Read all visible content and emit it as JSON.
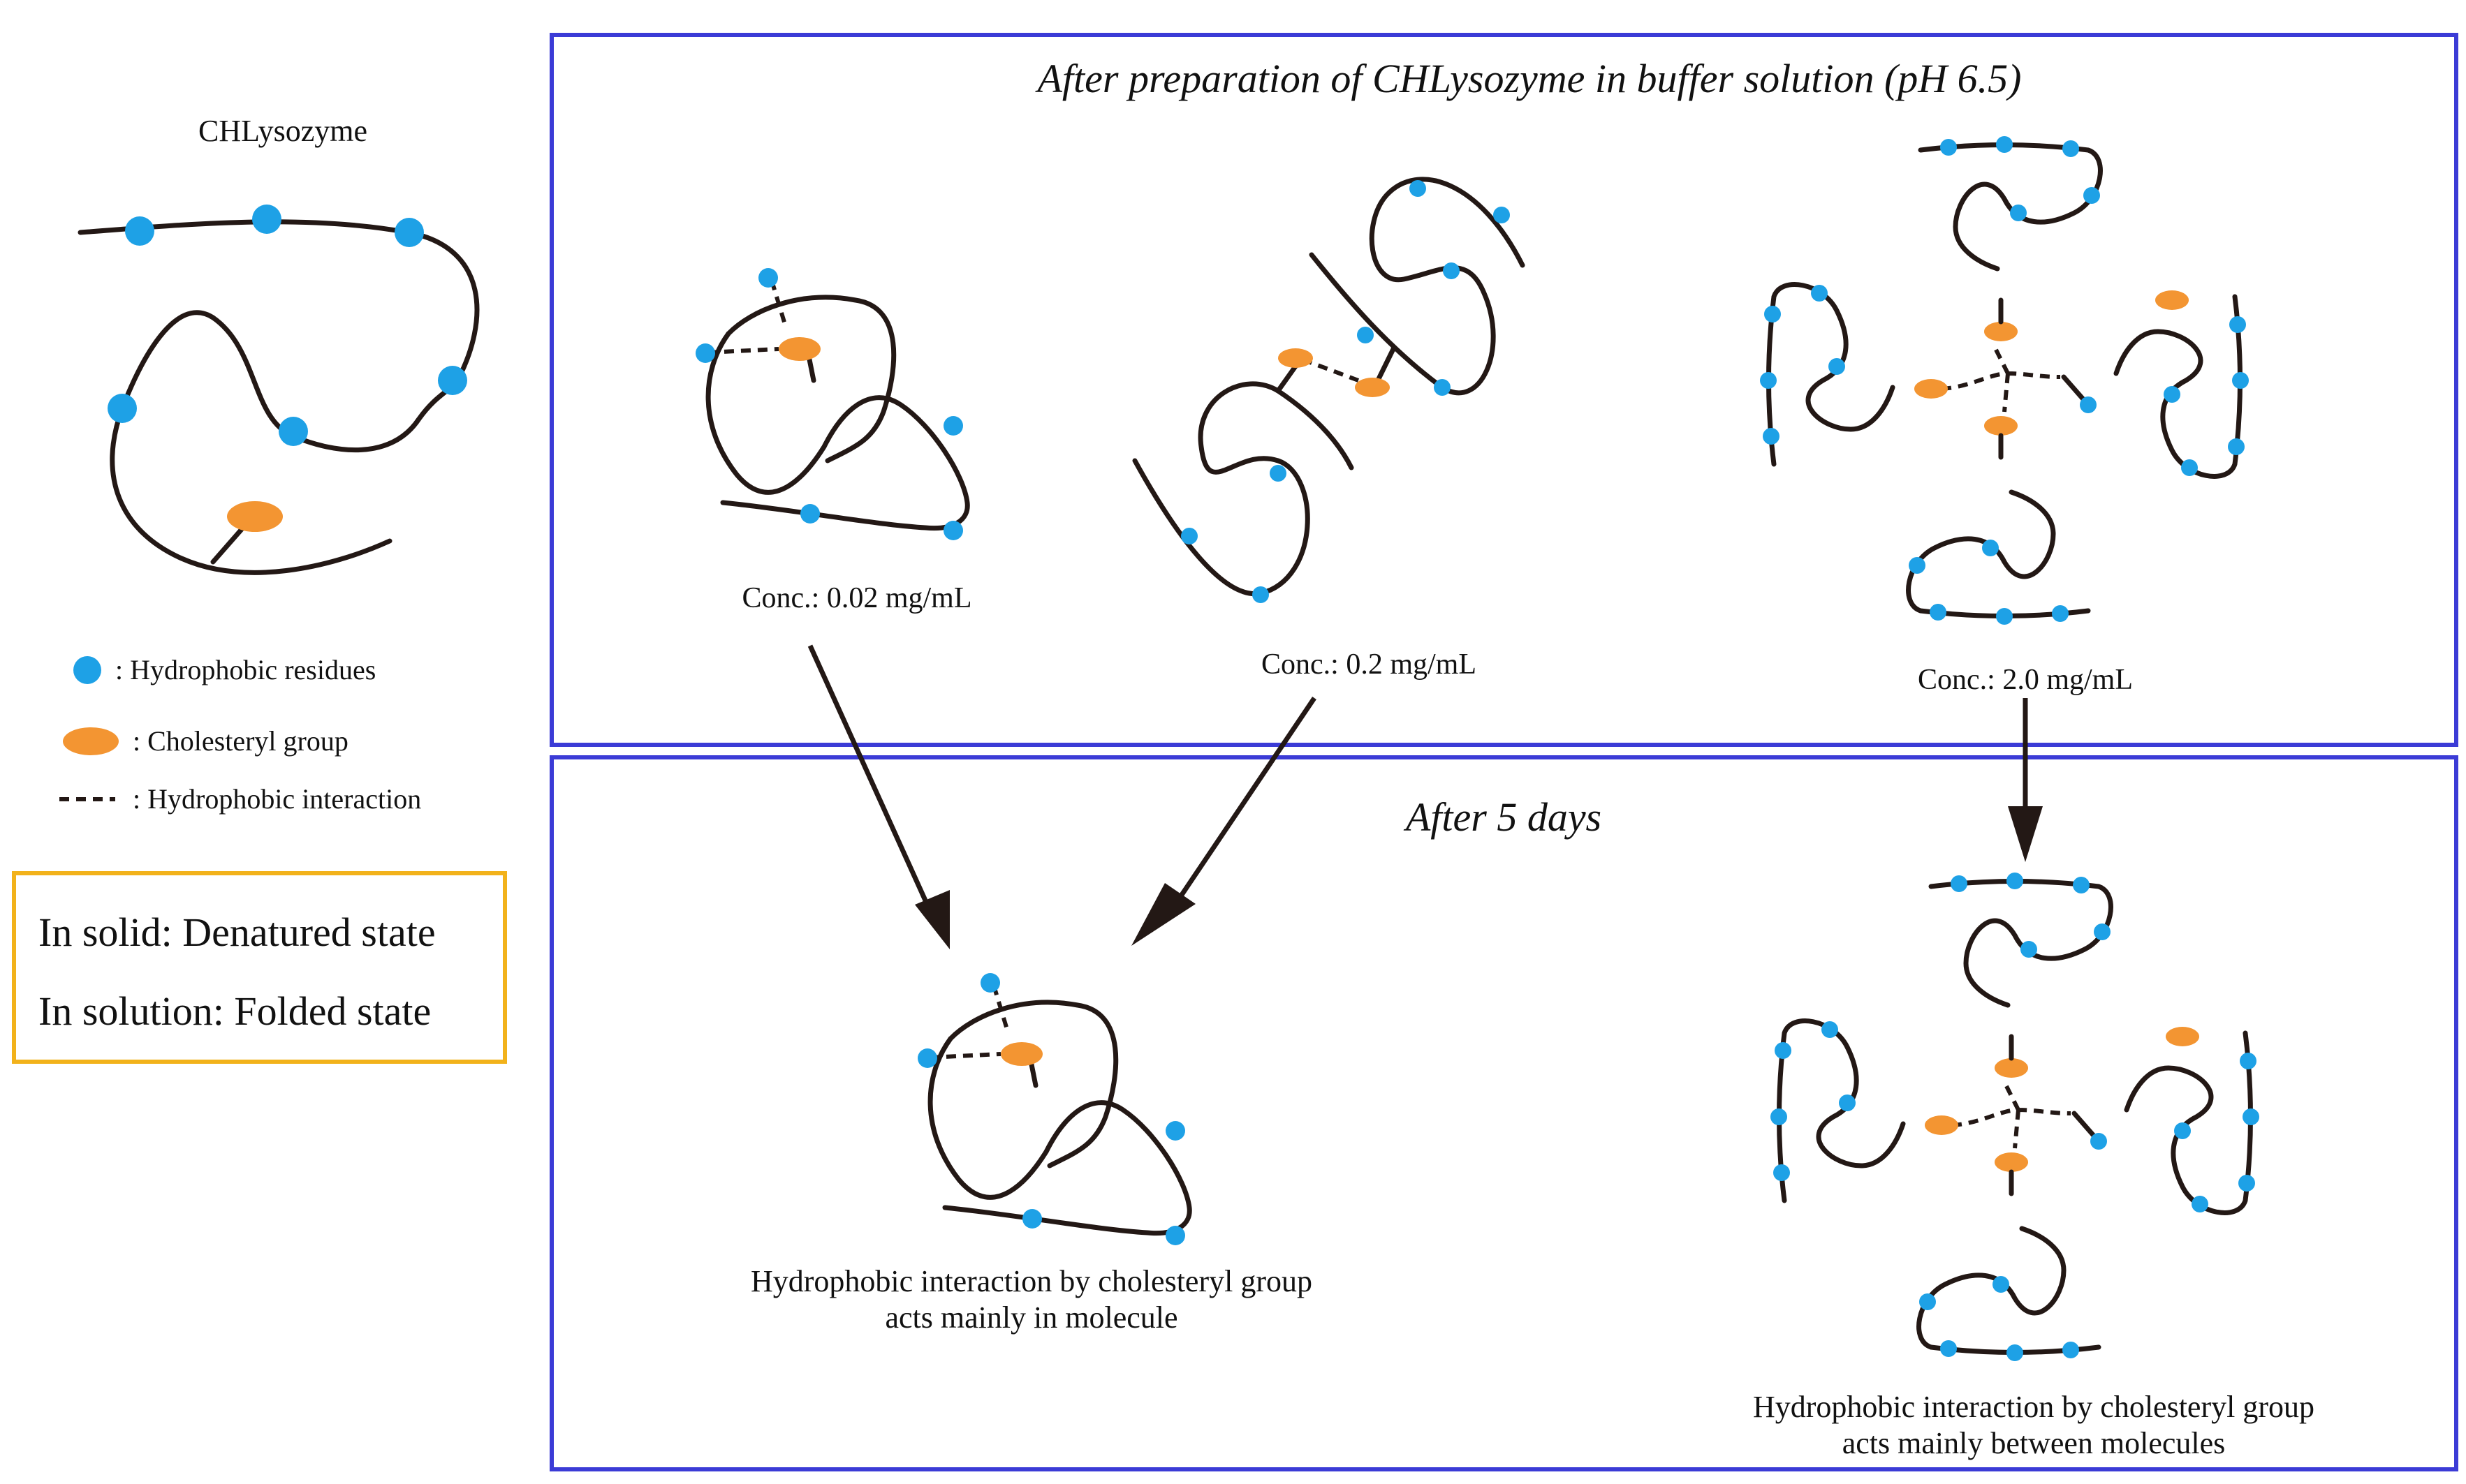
{
  "legend": {
    "title": "CHLysozyme",
    "hydrophobic_residues": ": Hydrophobic residues",
    "cholesteryl_group": ": Cholesteryl group",
    "hydrophobic_interaction": ": Hydrophobic interaction"
  },
  "state_box": {
    "solid": "In solid: Denatured state",
    "solution": "In solution: Folded state"
  },
  "top_panel": {
    "title": "After preparation of CHLysozyme in buffer solution (pH 6.5)",
    "conc_low": "Conc.: 0.02 mg/mL",
    "conc_mid": "Conc.: 0.2 mg/mL",
    "conc_high": "Conc.: 2.0 mg/mL"
  },
  "bottom_panel": {
    "title": "After 5 days",
    "intra_line1": "Hydrophobic interaction by cholesteryl group",
    "intra_line2": "acts mainly in molecule",
    "inter_line1": "Hydrophobic interaction by cholesteryl group",
    "inter_line2": "acts mainly between molecules"
  },
  "colors": {
    "panel_border": "#3b3bd6",
    "state_box_border": "#f2b21b",
    "hydrophobic_residue": "#1ea1e6",
    "cholesteryl_group": "#f39532",
    "chain": "#231815"
  }
}
